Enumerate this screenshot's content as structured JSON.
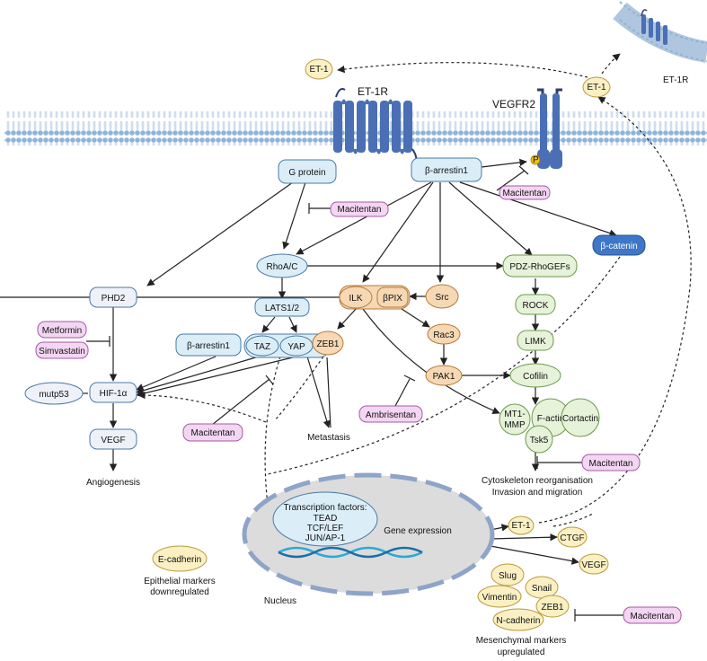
{
  "membrane": {
    "et1r_label": "ET-1R",
    "vegfr2_label": "VEGFR2",
    "inset_label": "ET-1R",
    "phospho": "P"
  },
  "nodes": {
    "et1_left": "ET-1",
    "et1_right": "ET-1",
    "g_protein": "G protein",
    "beta_arrestin1_top": "β-arrestin1",
    "beta_catenin": "β-catenin",
    "rhoa_c": "RhoA/C",
    "phd2": "PHD2",
    "lats": "LATS1/2",
    "beta_arrestin1_mid": "β-arrestin1",
    "taz": "TAZ",
    "yap": "YAP",
    "zeb1_mid": "ZEB1",
    "ilk": "ILK",
    "bpix": "βPIX",
    "src": "Src",
    "rac3": "Rac3",
    "pak1": "PAK1",
    "pdz": "PDZ-RhoGEFs",
    "rock": "ROCK",
    "limk": "LIMK",
    "cofilin": "Cofilin",
    "mt1_l1": "MT1-",
    "mt1_l2": "MMP",
    "factin": "F-actin",
    "cortactin": "Cortactin",
    "tsk5": "Tsk5",
    "mutp53": "mutp53",
    "hif": "HIF-1α",
    "vegf_left": "VEGF",
    "metformin": "Metformin",
    "simvastatin": "Simvastatin",
    "ambrisentan": "Ambrisentan",
    "macitentan_1": "Macitentan",
    "macitentan_2": "Macitentan",
    "macitentan_3": "Macitentan",
    "macitentan_4": "Macitentan",
    "macitentan_5": "Macitentan",
    "et1_nuc": "ET-1",
    "ctgf": "CTGF",
    "vegf_out": "VEGF",
    "slug": "Slug",
    "snail": "Snail",
    "vimentin": "Vimentin",
    "zeb1_bottom": "ZEB1",
    "ncadherin": "N-cadherin",
    "ecadherin": "E-cadherin"
  },
  "labels": {
    "angiogenesis": "Angiogenesis",
    "metastasis": "Metastasis",
    "cyto_l1": "Cytoskeleton reorganisation",
    "cyto_l2": "Invasion and migration",
    "tf_l1": "Transcription factors:",
    "tf_l2": "TEAD",
    "tf_l3": "TCF/LEF",
    "tf_l4": "JUN/AP-1",
    "gene_expression": "Gene expression",
    "nucleus": "Nucleus",
    "epi_l1": "Epithelial markers",
    "epi_l2": "downregulated",
    "mes_l1": "Mesenchymal markers",
    "mes_l2": "upregulated"
  },
  "colors": {
    "receptor": "#4a6fb5",
    "blue_node": "#dbeef8",
    "blue_node_stroke": "#4a79a6",
    "beta_catenin": "#3f77c8",
    "green_node": "#e6f2d9",
    "green_stroke": "#6a9a4a",
    "orange_node": "#f6d8b4",
    "orange_stroke": "#b57a3c",
    "pink_node": "#f3d6f2",
    "pink_stroke": "#a45aa6",
    "yellow_node": "#faf0c3",
    "yellow_stroke": "#b99a3c",
    "nucleus": "#dcdcdc"
  }
}
